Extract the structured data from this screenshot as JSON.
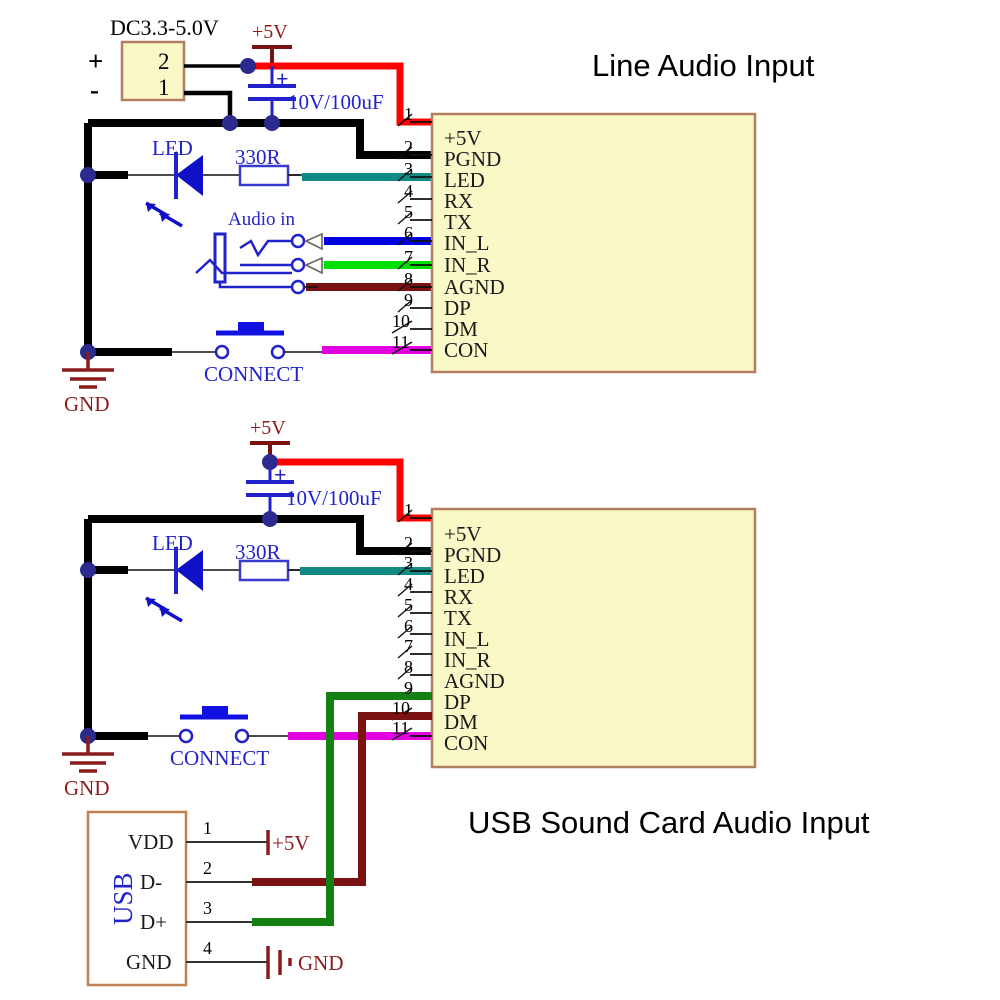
{
  "titles": {
    "top": "Line Audio Input",
    "bottom": "USB Sound Card Audio Input"
  },
  "colors": {
    "block_fill": "#fbf8c8",
    "block_stroke": "#b08060",
    "wire_red": "#ff0000",
    "wire_black": "#000000",
    "wire_teal": "#108a82",
    "wire_blue": "#0000e0",
    "wire_green": "#00e000",
    "wire_darkred": "#7a1212",
    "wire_magenta": "#e000e0",
    "wire_darkgreen": "#128012",
    "symbol_blue": "#2222cc",
    "gnd_red": "#8b1a1a"
  },
  "circuit_top": {
    "power_block": {
      "name": "DC3.3-5.0V",
      "plus_label": "+",
      "minus_label": "-",
      "pin_top": "2",
      "pin_bottom": "1"
    },
    "rail_label": "+5V",
    "capacitor": {
      "value": "10V/100uF",
      "polarity": "+"
    },
    "led": {
      "label": "LED"
    },
    "resistor": {
      "label": "330R"
    },
    "audio_jack": {
      "label": "Audio in"
    },
    "button": {
      "label": "CONNECT"
    },
    "ground": {
      "label": "GND"
    },
    "connector": {
      "pins": [
        {
          "num": "1",
          "name": "+5V",
          "wire": "red"
        },
        {
          "num": "2",
          "name": "PGND",
          "wire": "black"
        },
        {
          "num": "3",
          "name": "LED",
          "wire": "teal"
        },
        {
          "num": "4",
          "name": "RX",
          "wire": "none"
        },
        {
          "num": "5",
          "name": "TX",
          "wire": "none"
        },
        {
          "num": "6",
          "name": "IN_L",
          "wire": "blue"
        },
        {
          "num": "7",
          "name": "IN_R",
          "wire": "green"
        },
        {
          "num": "8",
          "name": "AGND",
          "wire": "darkred"
        },
        {
          "num": "9",
          "name": "DP",
          "wire": "none"
        },
        {
          "num": "10",
          "name": "DM",
          "wire": "none"
        },
        {
          "num": "11",
          "name": "CON",
          "wire": "magenta"
        }
      ]
    }
  },
  "circuit_bottom": {
    "rail_label": "+5V",
    "capacitor": {
      "value": "10V/100uF",
      "polarity": "+"
    },
    "led": {
      "label": "LED"
    },
    "resistor": {
      "label": "330R"
    },
    "button": {
      "label": "CONNECT"
    },
    "ground": {
      "label": "GND"
    },
    "connector": {
      "pins": [
        {
          "num": "1",
          "name": "+5V",
          "wire": "red"
        },
        {
          "num": "2",
          "name": "PGND",
          "wire": "black"
        },
        {
          "num": "3",
          "name": "LED",
          "wire": "teal"
        },
        {
          "num": "4",
          "name": "RX",
          "wire": "none"
        },
        {
          "num": "5",
          "name": "TX",
          "wire": "none"
        },
        {
          "num": "6",
          "name": "IN_L",
          "wire": "none"
        },
        {
          "num": "7",
          "name": "IN_R",
          "wire": "none"
        },
        {
          "num": "8",
          "name": "AGND",
          "wire": "none"
        },
        {
          "num": "9",
          "name": "DP",
          "wire": "darkgreen"
        },
        {
          "num": "10",
          "name": "DM",
          "wire": "darkred"
        },
        {
          "num": "11",
          "name": "CON",
          "wire": "magenta"
        }
      ]
    },
    "usb": {
      "label": "USB",
      "pins": [
        {
          "num": "1",
          "name": "VDD",
          "net": "+5V"
        },
        {
          "num": "2",
          "name": "D-",
          "net": ""
        },
        {
          "num": "3",
          "name": "D+",
          "net": ""
        },
        {
          "num": "4",
          "name": "GND",
          "net": "GND"
        }
      ]
    }
  }
}
